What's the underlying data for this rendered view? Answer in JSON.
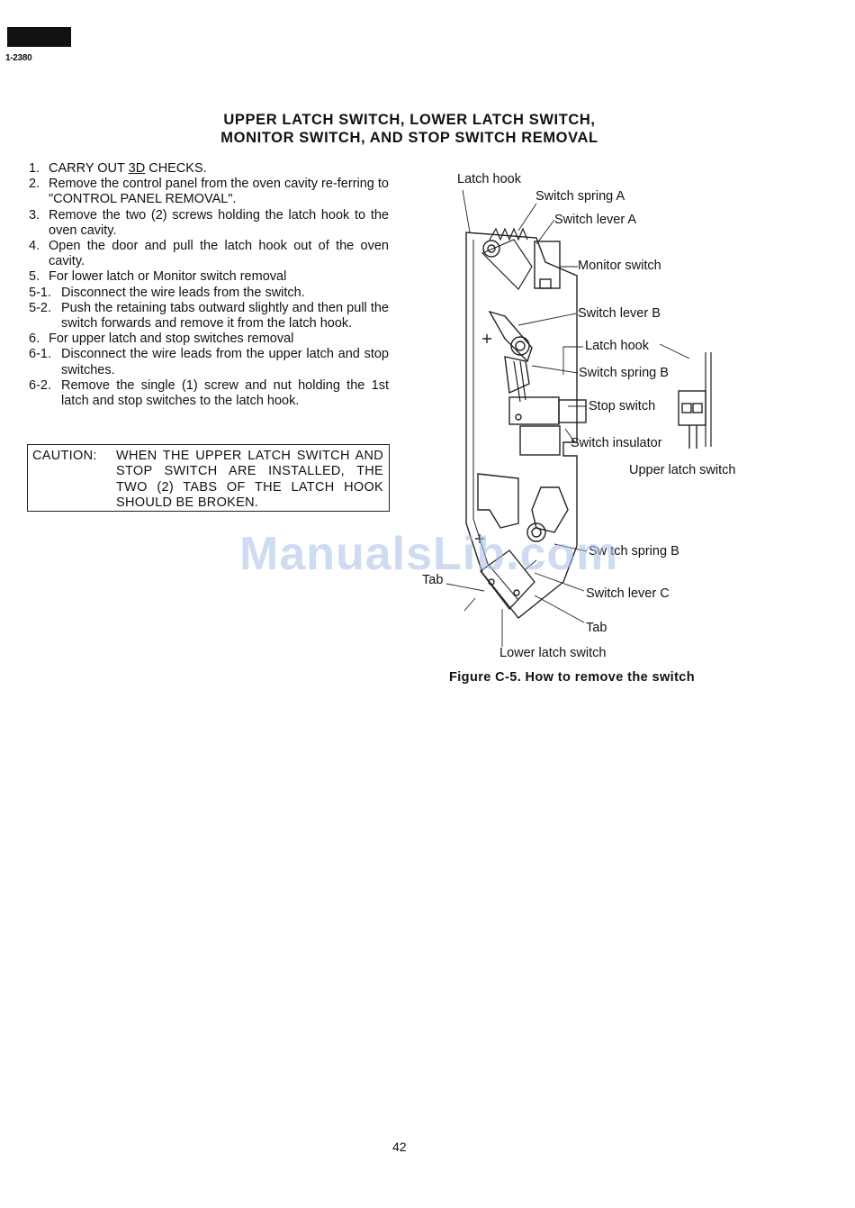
{
  "header": {
    "model": "1-2380"
  },
  "title": {
    "line1": "UPPER LATCH SWITCH, LOWER LATCH SWITCH,",
    "line2": "MONITOR SWITCH, AND STOP SWITCH REMOVAL"
  },
  "steps": [
    {
      "num": "1.",
      "pre": "CARRY OUT ",
      "underline": "3D",
      "post": " CHECKS."
    },
    {
      "num": "2.",
      "text": "Remove the control panel from the oven cavity re-ferring to \"CONTROL PANEL REMOVAL\"."
    },
    {
      "num": "3.",
      "text": "Remove the two (2) screws holding the latch hook to the oven cavity."
    },
    {
      "num": "4.",
      "text": "Open the door and pull the latch hook out of the oven cavity."
    },
    {
      "num": "5.",
      "text": "For lower latch or Monitor switch removal"
    },
    {
      "num": "5-1.",
      "text": "Disconnect the wire leads from the switch."
    },
    {
      "num": "5-2.",
      "text": "Push the retaining tabs outward slightly and then pull the switch forwards and remove it from the latch hook."
    },
    {
      "num": "6.",
      "text": "For upper latch and stop switches removal"
    },
    {
      "num": "6-1.",
      "text": "Disconnect the wire leads from the upper latch and stop switches."
    },
    {
      "num": "6-2.",
      "text": "Remove the single (1) screw and nut holding the 1st latch and stop switches to the latch hook."
    }
  ],
  "caution": {
    "label": "CAUTION:",
    "text": "WHEN THE UPPER LATCH SWITCH AND STOP SWITCH ARE INSTALLED, THE TWO (2) TABS OF THE LATCH HOOK SHOULD BE BROKEN."
  },
  "figure": {
    "labels": {
      "latch_hook_top": "Latch hook",
      "switch_spring_a": "Switch spring A",
      "switch_lever_a": "Switch lever A",
      "monitor_switch": "Monitor switch",
      "switch_lever_b": "Switch lever B",
      "latch_hook_mid": "Latch hook",
      "switch_spring_b": "Switch spring B",
      "stop_switch": "Stop switch",
      "switch_insulator": "Switch insulator",
      "upper_latch_switch": "Upper latch switch",
      "switch_spring_b_lower": "Sw tch spring B",
      "tab_left": "Tab",
      "switch_lever_c": "Switch lever C",
      "tab_right": "Tab",
      "lower_latch_switch": "Lower latch switch"
    },
    "caption": "Figure C-5. How to remove the switch"
  },
  "watermark": "ManualsLib.com",
  "page_number": "42"
}
